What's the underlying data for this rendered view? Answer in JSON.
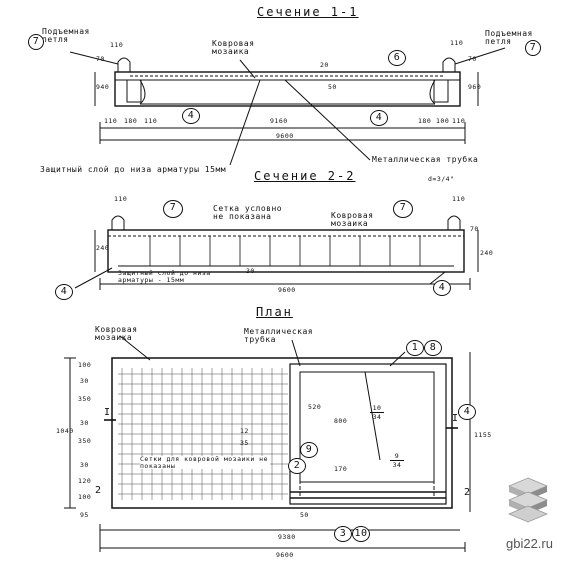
{
  "section_1": {
    "title": "Сечение 1-1",
    "label_lift_loop_left": "Подъемная петля",
    "label_lift_loop_right": "Подъемная петля",
    "label_mosaic": "Ковровая мозаика",
    "label_cover": "Защитный слой до низа арматуры 15мм",
    "label_tube": "Металлическая трубка",
    "tube_size": "d=3/4\"",
    "dims_top": [
      "110",
      "110"
    ],
    "dims_left": [
      "70",
      "940"
    ],
    "dims_right": [
      "70",
      "960"
    ],
    "dims_bottom": [
      "110",
      "180",
      "110",
      "9160",
      "180",
      "100",
      "110"
    ],
    "dim_inner_20": "20",
    "dim_inner_50": "50",
    "dim_total": "9600",
    "bubbles": [
      "7",
      "6",
      "4",
      "4",
      "7"
    ]
  },
  "section_2": {
    "title": "Сечение 2-2",
    "label_mesh": "Сетка условно не показана",
    "label_mosaic": "Ковровая мозаика",
    "label_cover": "Защитный слой до низа арматуры - 15мм",
    "dims_top": [
      "110",
      "110"
    ],
    "dims_left": [
      "240"
    ],
    "dims_right": [
      "70",
      "240"
    ],
    "dim_total": "9600",
    "dim_30": "30",
    "bubbles": [
      "7",
      "7",
      "4",
      "4"
    ]
  },
  "plan": {
    "title": "План",
    "label_mosaic": "Ковровая мозаика",
    "label_tube": "Металлическая трубка",
    "note": "Сетки для ковровой мозаики не показаны",
    "dims_left": [
      "100",
      "30",
      "350",
      "30",
      "350",
      "30",
      "120",
      "100"
    ],
    "dim_left_total": "1040",
    "dim_right_total": "1155",
    "dims_inner": [
      "520",
      "800",
      "170",
      "12",
      "35"
    ],
    "dim_bottom": "9380",
    "dim_total": "9600",
    "dim_bottom_small": [
      "95",
      "50"
    ],
    "bubbles": [
      "1",
      "8",
      "4",
      "9",
      "2",
      "3",
      "10"
    ],
    "fraction_1": [
      "10",
      "34"
    ],
    "fraction_2": [
      "9",
      "34"
    ],
    "section_marks": [
      "I",
      "I",
      "2",
      "2"
    ]
  },
  "watermark": "gbi22.ru",
  "logo_icon": "stacked-slabs-icon"
}
